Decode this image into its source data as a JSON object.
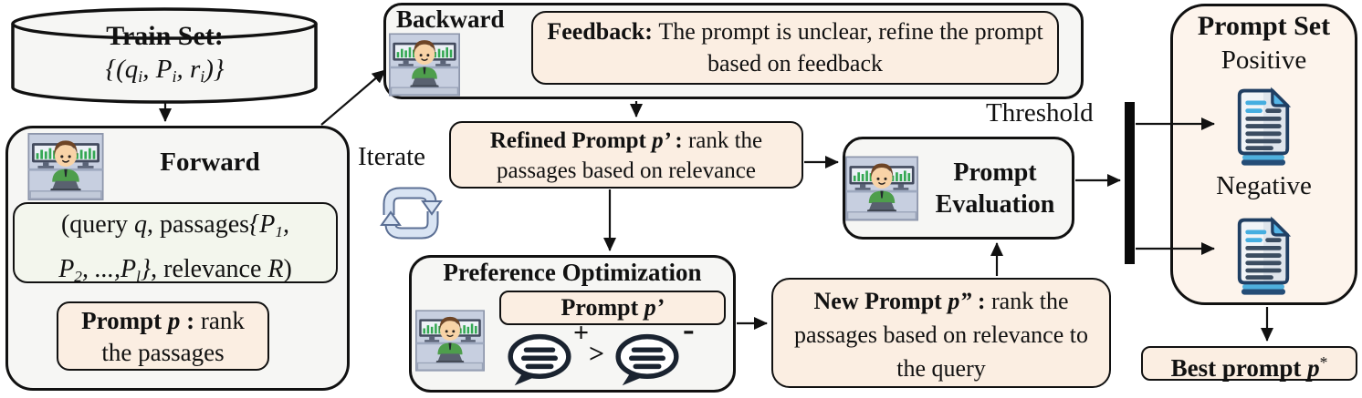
{
  "colors": {
    "box_bg": "#f6f6f4",
    "peach_bg": "#fbeee2",
    "green_bg": "#f3f6ed",
    "prompt_set_bg": "#fdf4ec",
    "border": "#000000",
    "cycle_fill": "#d9e4f3",
    "cycle_stroke": "#5b6f94",
    "doc_navy": "#203f63",
    "doc_cyan": "#45aee0",
    "threshold_bar": "#0a0a0a"
  },
  "icons": {
    "agent": "person-at-computer-icon",
    "document": "document-stack-icon",
    "bubble_plus": "speech-bubble-plus-icon",
    "bubble_minus": "speech-bubble-minus-icon",
    "iterate": "cycle-arrows-icon",
    "cylinder": "database-cylinder-shape",
    "threshold": "threshold-bar-shape"
  },
  "train": {
    "title": [
      {
        "t": "Train Set:",
        "s": "b"
      }
    ],
    "formula": [
      {
        "t": "{(q",
        "s": "i"
      },
      {
        "t": "i",
        "s": "isub"
      },
      {
        "t": ", P",
        "s": "i"
      },
      {
        "t": "i",
        "s": "isub"
      },
      {
        "t": ", r",
        "s": "i"
      },
      {
        "t": "i",
        "s": "isub"
      },
      {
        "t": ")}",
        "s": "i"
      }
    ]
  },
  "forward": {
    "title": [
      {
        "t": "Forward",
        "s": "b"
      }
    ],
    "tuple_line1": [
      {
        "t": "(query ",
        "s": "n"
      },
      {
        "t": "q",
        "s": "i"
      },
      {
        "t": ", passages",
        "s": "n"
      },
      {
        "t": "{P",
        "s": "i"
      },
      {
        "t": "1",
        "s": "isub"
      },
      {
        "t": ",",
        "s": "i"
      }
    ],
    "tuple_line2": [
      {
        "t": "P",
        "s": "i"
      },
      {
        "t": "2",
        "s": "isub"
      },
      {
        "t": ", ...,",
        "s": "i"
      },
      {
        "t": "P",
        "s": "i"
      },
      {
        "t": "l",
        "s": "isub"
      },
      {
        "t": "}",
        "s": "i"
      },
      {
        "t": ", relevance ",
        "s": "n"
      },
      {
        "t": "R",
        "s": "i"
      },
      {
        "t": ")",
        "s": "n"
      }
    ],
    "prompt_line1": [
      {
        "t": "Prompt ",
        "s": "b"
      },
      {
        "t": "p",
        "s": "bi"
      },
      {
        "t": " : ",
        "s": "b"
      },
      {
        "t": "rank",
        "s": "n"
      }
    ],
    "prompt_line2": [
      {
        "t": "the passages",
        "s": "n"
      }
    ]
  },
  "backward": {
    "title": [
      {
        "t": "Backward",
        "s": "b"
      }
    ],
    "feedback": [
      {
        "t": "Feedback: ",
        "s": "b"
      },
      {
        "t": "The prompt is unclear, refine the prompt based on feedback",
        "s": "n"
      }
    ]
  },
  "iterate": {
    "label": "Iterate"
  },
  "refined": {
    "text": [
      {
        "t": "Refined Prompt ",
        "s": "b"
      },
      {
        "t": "p’ ",
        "s": "bi"
      },
      {
        "t": ": ",
        "s": "b"
      },
      {
        "t": "rank the passages based on relevance",
        "s": "n"
      }
    ]
  },
  "preference": {
    "title": [
      {
        "t": "Preference Optimization",
        "s": "b"
      }
    ],
    "prompt": [
      {
        "t": "Prompt ",
        "s": "b"
      },
      {
        "t": "p’",
        "s": "bi"
      }
    ],
    "plus": "+",
    "gt": ">",
    "minus": "-"
  },
  "new_prompt": {
    "text": [
      {
        "t": "New Prompt ",
        "s": "b"
      },
      {
        "t": "p” ",
        "s": "bi"
      },
      {
        "t": ": ",
        "s": "b"
      },
      {
        "t": "rank the passages based on relevance to the query",
        "s": "n"
      }
    ]
  },
  "evaluation": {
    "title": [
      {
        "t": "Prompt Evaluation",
        "s": "b"
      }
    ]
  },
  "threshold": {
    "label": "Threshold"
  },
  "prompt_set": {
    "title": [
      {
        "t": "Prompt Set",
        "s": "b"
      }
    ],
    "positive": "Positive",
    "negative": "Negative"
  },
  "best": {
    "text": [
      {
        "t": "Best prompt ",
        "s": "b"
      },
      {
        "t": "p",
        "s": "bi"
      },
      {
        "t": "*",
        "s": "sup"
      }
    ]
  }
}
